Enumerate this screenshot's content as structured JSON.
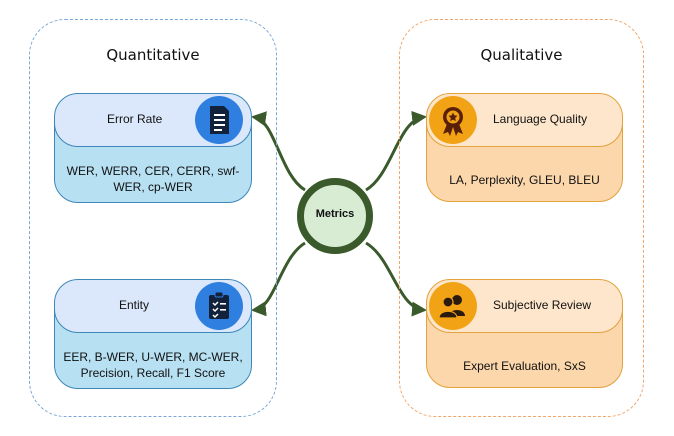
{
  "center": {
    "label": "Metrics"
  },
  "groups": {
    "quantitative": {
      "title": "Quantitative"
    },
    "qualitative": {
      "title": "Qualitative"
    }
  },
  "cards": {
    "error_rate": {
      "title": "Error Rate",
      "body": "WER, WERR, CER, CERR, swf-WER, cp-WER",
      "icon": "document-list-icon"
    },
    "entity": {
      "title": "Entity",
      "body": "EER, B-WER, U-WER, MC-WER, Precision, Recall, F1 Score",
      "icon": "clipboard-checklist-icon"
    },
    "language_quality": {
      "title": "Language Quality",
      "body": "LA, Perplexity, GLEU, BLEU",
      "icon": "award-badge-icon"
    },
    "subjective_review": {
      "title": "Subjective Review",
      "body": "Expert Evaluation, SxS",
      "icon": "users-icon"
    }
  },
  "colors": {
    "quantitative_border": "#7aa7d6",
    "qualitative_border": "#f2a56a",
    "blue_card_body": "#b7e0f2",
    "blue_card_head": "#dbe8fb",
    "orange_card_body": "#fbd7ab",
    "orange_card_head": "#fde6cb",
    "connector": "#3b5a2c",
    "center_fill": "#d8ecd4"
  }
}
